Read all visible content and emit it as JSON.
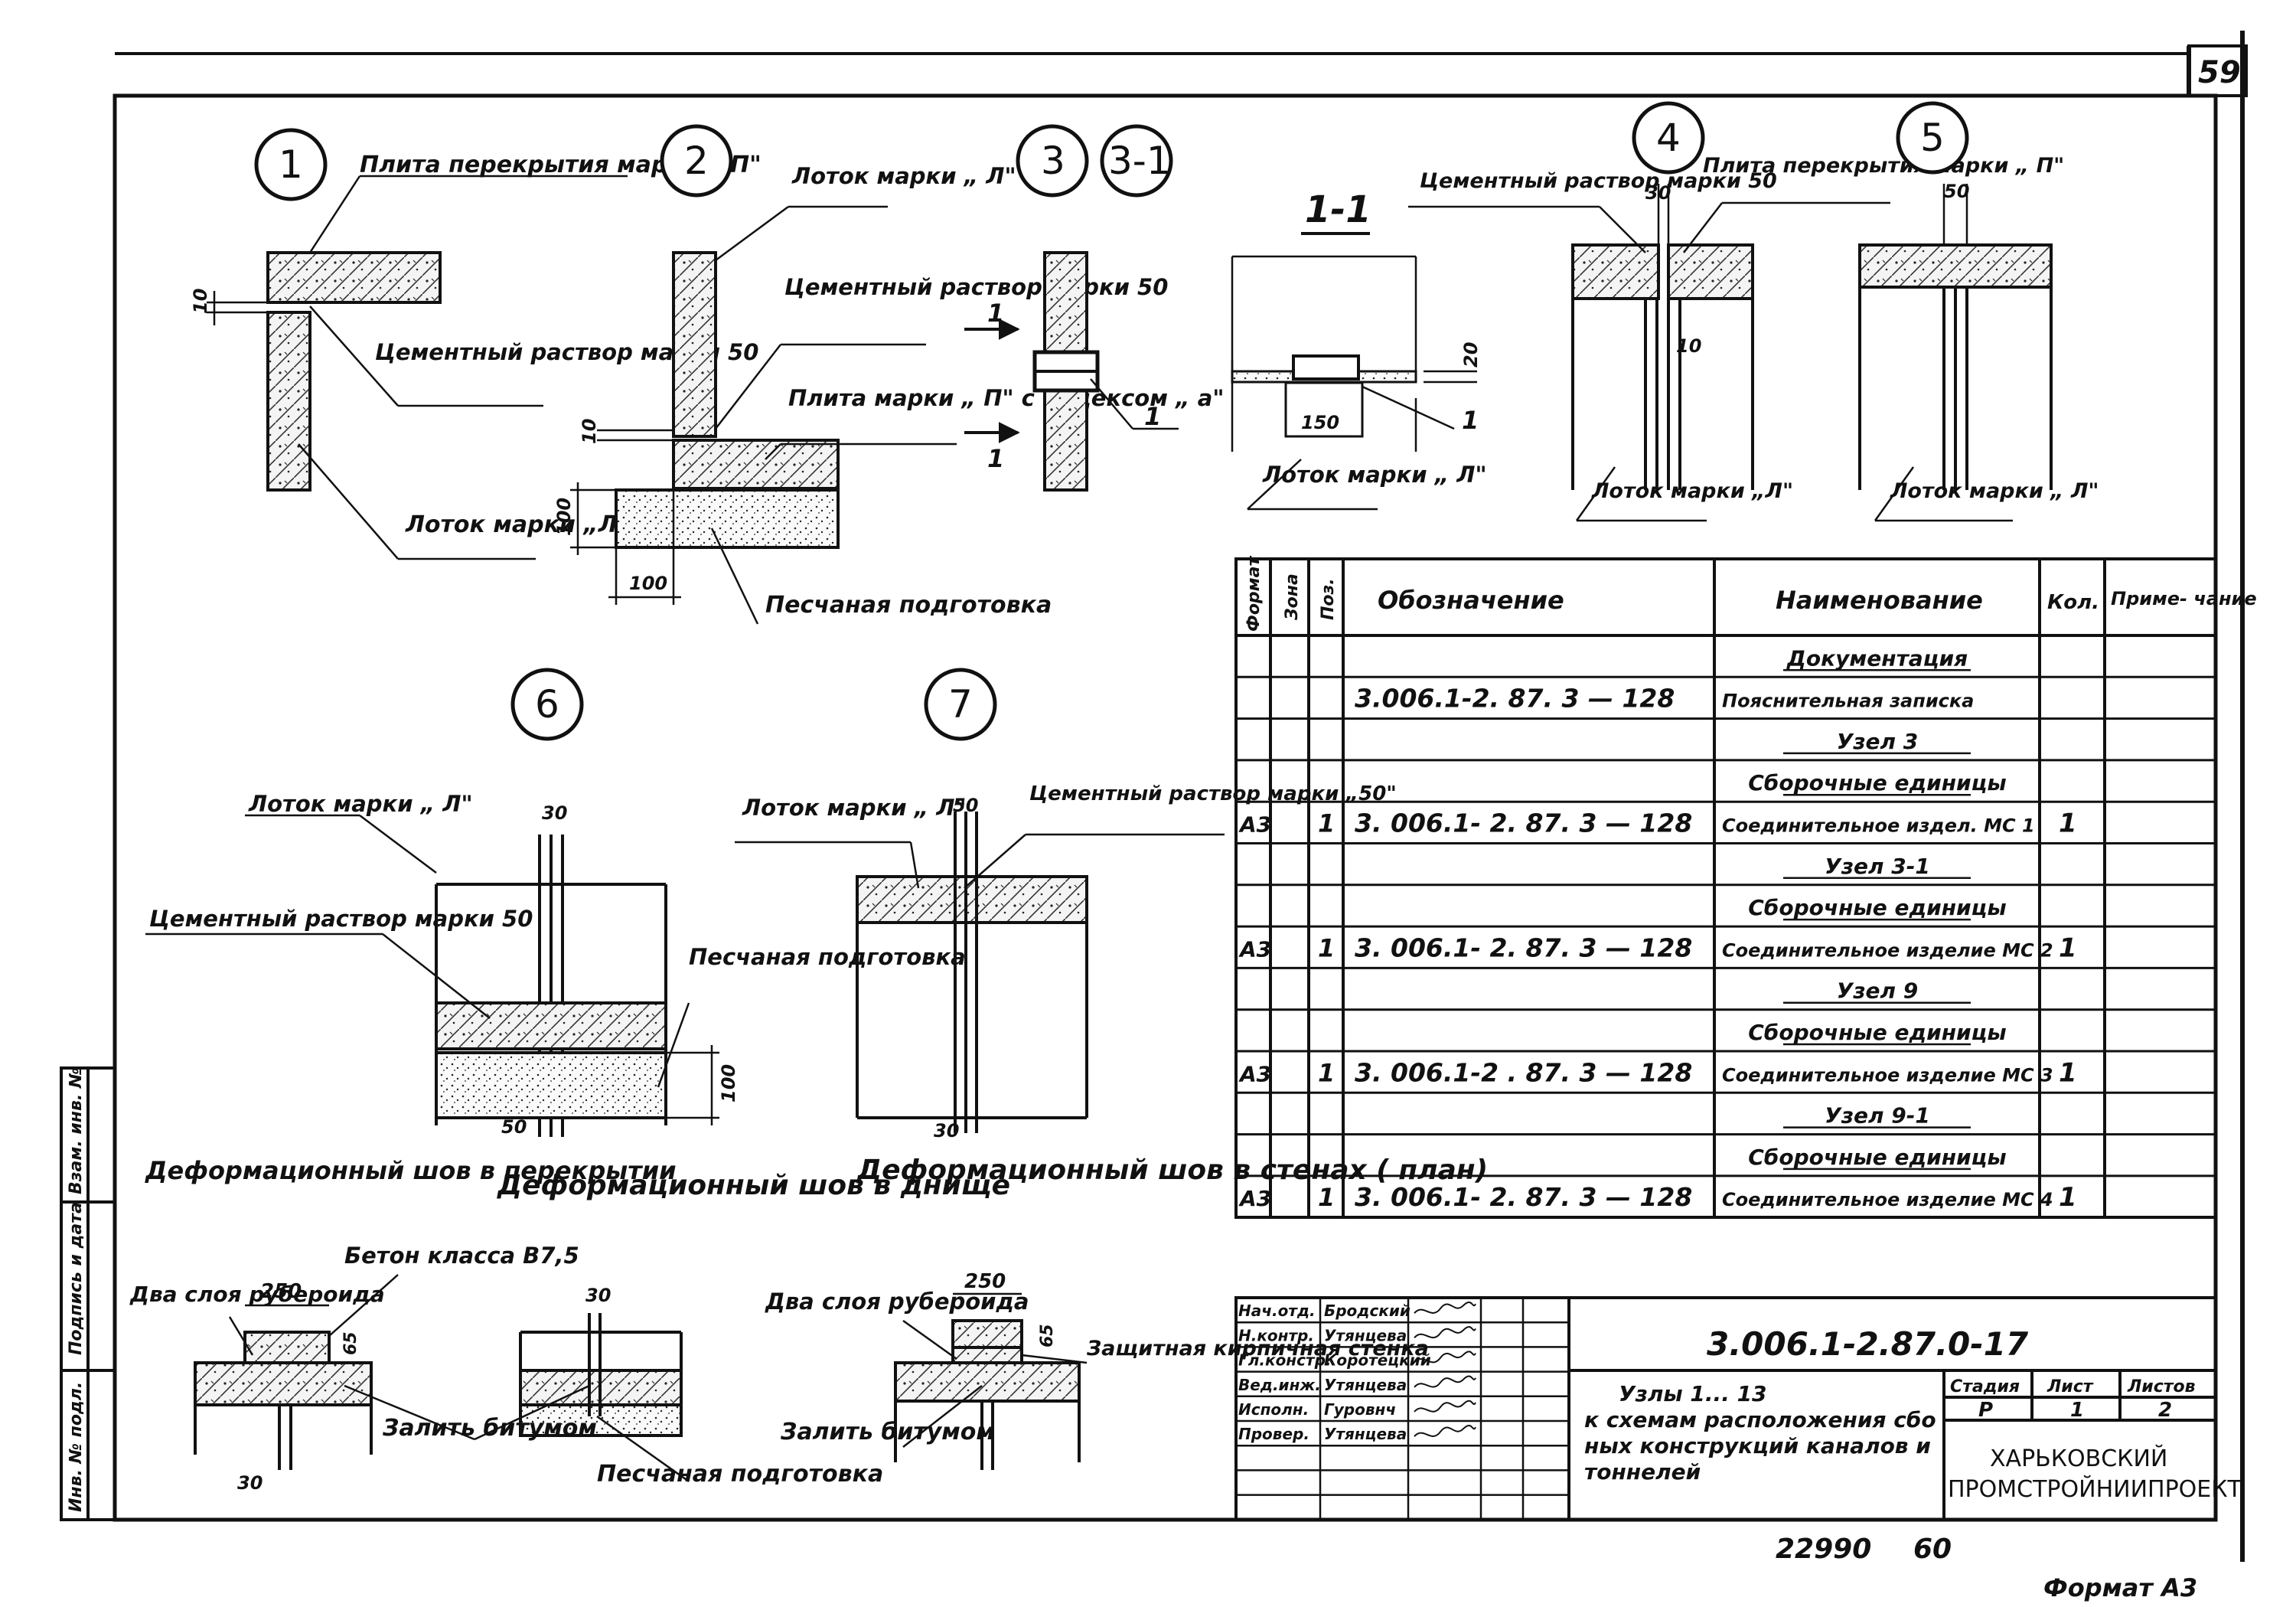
{
  "sheet_number": "59",
  "side_stamp": {
    "inv_no": "Инв. № подл.",
    "sign_date": "Подпись и дата",
    "replace_inv": "Взам. инв. №"
  },
  "details": {
    "d1": {
      "num": "1",
      "slab": "Плита перекрытия марки „ П\"",
      "mortar": "Цементный раствор марки 50",
      "tray": "Лоток марки „Л\"",
      "dim": "10"
    },
    "d2": {
      "num": "2",
      "tray": "Лоток марки „ Л\"",
      "mortar": "Цементный раствор марки 50",
      "slab": "Плита марки „ П\" с индексом „ а\"",
      "sand": "Песчаная подготовка",
      "dim_10": "10",
      "dim_100v": "100",
      "dim_100h": "100",
      "cut": "1"
    },
    "d3": {
      "num": "3",
      "num2": "3-1",
      "callout": "1"
    },
    "s11": {
      "label": "1-1",
      "tray": "Лоток марки „ Л\"",
      "dim_20": "20",
      "dim_150": "150",
      "callout": "1"
    },
    "d4": {
      "num": "4",
      "mortar": "Цементный раствор марки 50",
      "slab": "Плита перекрытия марки „ П\"",
      "tray": "Лоток марки „Л\"",
      "dim_30": "30",
      "dim_10": "10"
    },
    "d5": {
      "num": "5",
      "tray": "Лоток марки „ Л\"",
      "dim_50": "50"
    },
    "d6": {
      "num": "6",
      "tray": "Лоток марки „ Л\"",
      "mortar": "Цементный раствор марки 50",
      "sand": "Песчаная подготовка",
      "dim_30": "30",
      "dim_50": "50",
      "dim_100": "100",
      "caption": "Деформационный шов в днище",
      "caption_left": "Деформационный шов в перекрытии"
    },
    "d7": {
      "num": "7",
      "tray": "Лоток марки „ Л\"",
      "mortar": "Цементный раствор марки „50\"",
      "dim_50": "50",
      "dim_30": "30",
      "caption": "Деформационный шов в стенах ( план)"
    },
    "bottom_left": {
      "two_layers": "Два слоя рубероида",
      "concrete": "Бетон класса В7,5",
      "dim_250": "250",
      "dim_65": "65",
      "dim_30": "30",
      "dim_30b": "30",
      "fill": "Залить битумом",
      "sand": "Песчаная подготовка"
    },
    "bottom_right": {
      "two_layers": "Два слоя рубероида",
      "dim_250": "250",
      "dim_65": "65",
      "wall": "Защитная кирпичная стенка",
      "fill": "Залить битумом"
    }
  },
  "spec_table": {
    "headers": {
      "format": "Формат",
      "zone": "Зона",
      "pos": "Поз.",
      "designation": "Обозначение",
      "name": "Наименование",
      "qty": "Кол.",
      "note": "Приме- чание"
    },
    "rows": [
      {
        "format": "",
        "pos": "",
        "designation": "",
        "name": "Документация",
        "qty": "",
        "underline": true
      },
      {
        "format": "",
        "pos": "",
        "designation": "3.006.1-2. 87. 3 — 128",
        "name": "Пояснительная записка",
        "qty": "",
        "underline": false
      },
      {
        "format": "",
        "pos": "",
        "designation": "",
        "name": "Узел 3",
        "qty": "",
        "underline": true
      },
      {
        "format": "",
        "pos": "",
        "designation": "",
        "name": "Сборочные единицы",
        "qty": "",
        "underline": true
      },
      {
        "format": "А3",
        "pos": "1",
        "designation": "3. 006.1- 2. 87. 3 — 128",
        "name": "Соединительное издел. МС 1",
        "qty": "1",
        "underline": false
      },
      {
        "format": "",
        "pos": "",
        "designation": "",
        "name": "Узел 3-1",
        "qty": "",
        "underline": true
      },
      {
        "format": "",
        "pos": "",
        "designation": "",
        "name": "Сборочные единицы",
        "qty": "",
        "underline": true
      },
      {
        "format": "А3",
        "pos": "1",
        "designation": "3. 006.1- 2. 87. 3 — 128",
        "name": "Соединительное изделие МС 2",
        "qty": "1",
        "underline": false
      },
      {
        "format": "",
        "pos": "",
        "designation": "",
        "name": "Узел 9",
        "qty": "",
        "underline": true
      },
      {
        "format": "",
        "pos": "",
        "designation": "",
        "name": "Сборочные единицы",
        "qty": "",
        "underline": true
      },
      {
        "format": "А3",
        "pos": "1",
        "designation": "3. 006.1-2 . 87. 3 — 128",
        "name": "Соединительное изделие МС 3",
        "qty": "1",
        "underline": false
      },
      {
        "format": "",
        "pos": "",
        "designation": "",
        "name": "Узел 9-1",
        "qty": "",
        "underline": true
      },
      {
        "format": "",
        "pos": "",
        "designation": "",
        "name": "Сборочные единицы",
        "qty": "",
        "underline": true
      },
      {
        "format": "А3",
        "pos": "1",
        "designation": "3. 006.1- 2. 87. 3 — 128",
        "name": "Соединительное изделие МС 4",
        "qty": "1",
        "underline": false
      }
    ]
  },
  "title_block": {
    "roles": [
      "Нач.отд.",
      "Н.контр.",
      "Гл.констр.",
      "Вед.инж.",
      "Исполн.",
      "Провер."
    ],
    "names": [
      "Бродский",
      "Утянцева",
      "Коротецкий",
      "Утянцева",
      "Гуровнч",
      "Утянцева"
    ],
    "doc_code": "3.006.1-2.87.0-17",
    "title": "Узлы 1... 13 к схемам расположения сборных конструкций каналов и тоннелей",
    "stage_label": "Стадия",
    "sheet_label": "Лист",
    "sheets_label": "Листов",
    "stage": "Р",
    "sheet": "1",
    "sheets": "2",
    "org": "ХАРЬКОВСКИЙ ПРОМСТРОЙНИИПРОЕКТ"
  },
  "footer": {
    "inv": "22990",
    "page": "60",
    "format": "Формат А3"
  }
}
